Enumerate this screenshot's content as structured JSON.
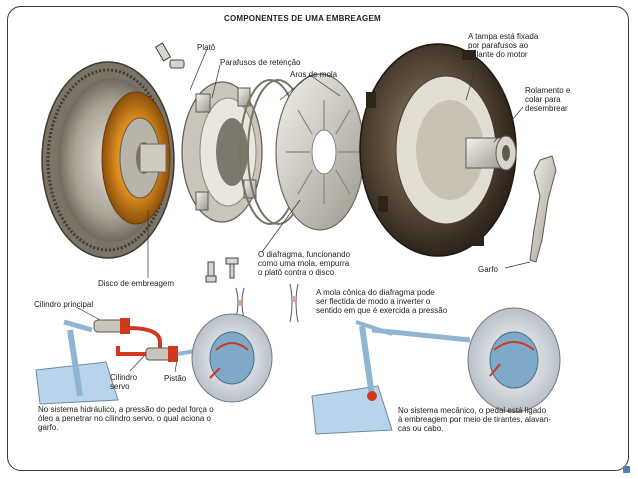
{
  "title": "COMPONENTES DE UMA EMBREAGEM",
  "labels": {
    "plato": "Platô",
    "parafusos": "Parafusos de retenção",
    "aros": "Aros de mola",
    "tampa": [
      "A tampa está fixada",
      "por parafusos ao",
      "volante do motor"
    ],
    "rolamento": [
      "Rolamento e",
      "colar para",
      "desembrear"
    ],
    "diafragma": [
      "O diafragma, funcionando",
      "como uma mola, empurra",
      "o platô contra o disco"
    ],
    "garfo": "Garfo",
    "disco": "Disco de embreagem",
    "mola_conica": [
      "A mola cônica do diafragma pode",
      "ser flectida de modo a inverter o",
      "sentido em que é exercida a pressão"
    ],
    "cilindro_principal": "Cilindro principal",
    "cilindro_servo": [
      "Cilindro",
      "servo"
    ],
    "pistao": "Pistão",
    "hidraulico": [
      "No sistema hidráulico, a pressão do pedal força o",
      "óleo a penetrar no cilindro servo, o qual aciona o",
      "garfo."
    ],
    "mecanico": [
      "No sistema mecânico, o pedal está ligado",
      "à embreagem por meio de tirantes, alavan-",
      "cas ou cabo."
    ]
  },
  "colors": {
    "frame": "#3a3a3a",
    "accent": "#4a7fb5",
    "metal": "#b9b4a8",
    "dark_metal": "#5a4a3a",
    "disc_orange": "#d98a1c",
    "red": "#d2381e",
    "blue_pipe": "#8fb5d4",
    "floor_blue": "#b8d3ea"
  }
}
